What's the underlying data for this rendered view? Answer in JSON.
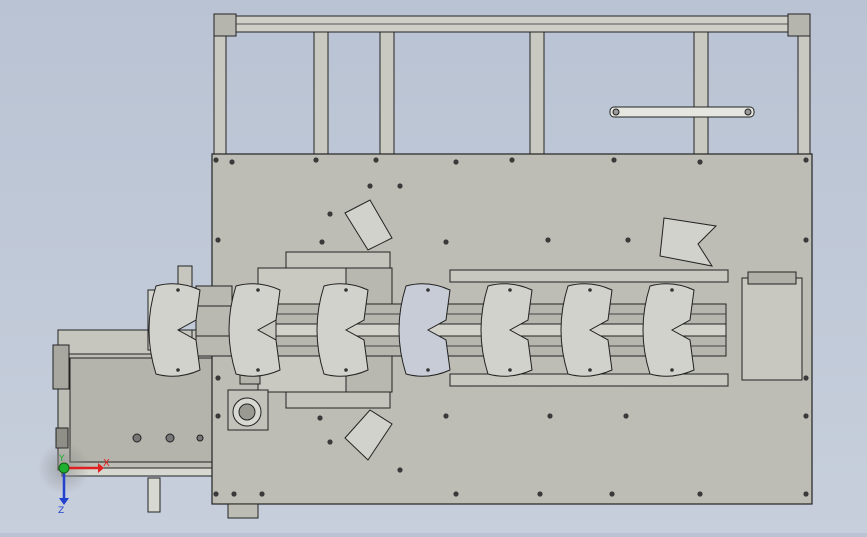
{
  "triad": {
    "x_label": "X",
    "y_label": "Y",
    "z_label": "Z"
  },
  "colors": {
    "background": "#c0c9d7",
    "plate": "#bdbdb5",
    "plate_dark": "#aeaea6",
    "frame": "#c9c9c1",
    "edge": "#222222",
    "hole": "#3a3a3a",
    "part": "#d2d2cc",
    "x_axis": "#e02020",
    "y_axis": "#20b030",
    "z_axis": "#2040d0"
  }
}
